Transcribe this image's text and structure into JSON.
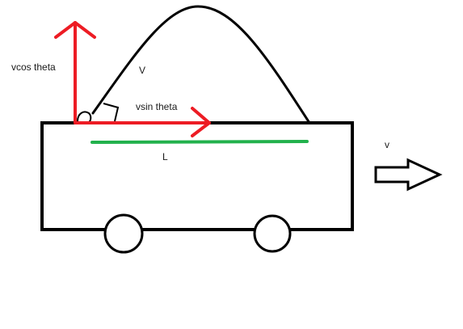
{
  "labels": {
    "vcos": "vcos theta",
    "v_upper": "V",
    "vsin": "vsin theta",
    "length": "L",
    "velocity": "v"
  },
  "colors": {
    "outline": "#000000",
    "vector": "#ed1c24",
    "length_line": "#22b14c",
    "background": "#ffffff"
  }
}
